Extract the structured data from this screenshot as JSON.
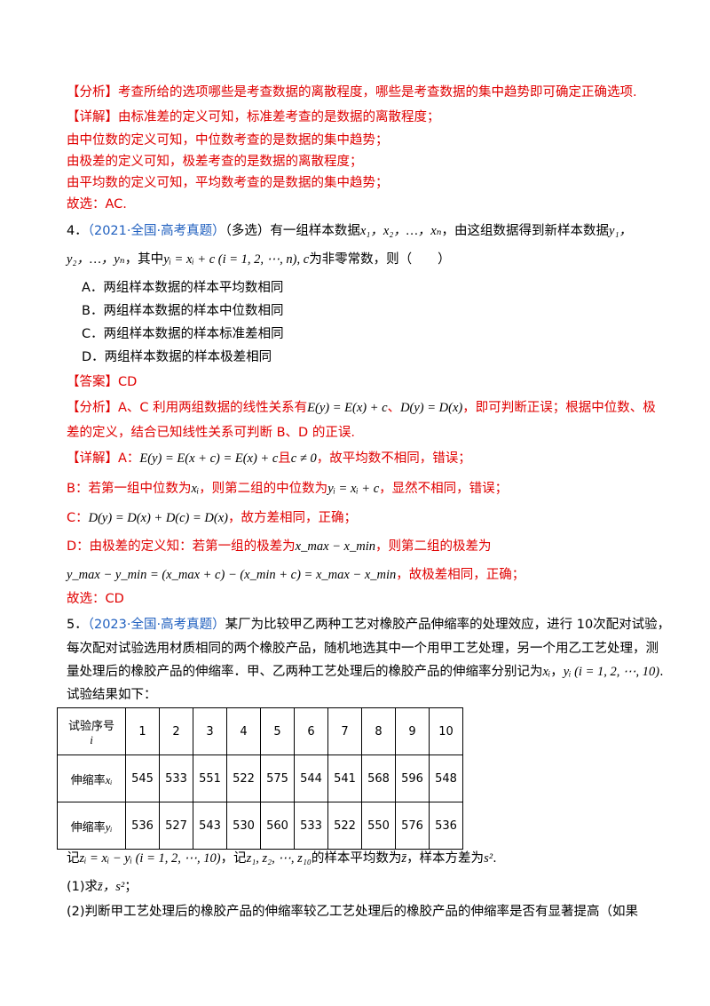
{
  "section_prev": {
    "analysis": "【分析】考查所给的选项哪些是考查数据的离散程度，哪些是考查数据的集中趋势即可确定正确选项.",
    "detail": "【详解】由标准差的定义可知，标准差考查的是数据的离散程度；",
    "line_median": "由中位数的定义可知，中位数考查的是数据的集中趋势；",
    "line_range": "由极差的定义可知，极差考查的是数据的离散程度；",
    "line_mean": "由平均数的定义可知，平均数考查的是数据的集中趋势；",
    "choice": "故选：AC."
  },
  "q4": {
    "num": "4．",
    "source": "（2021·全国·高考真题）",
    "stem_a": "（多选）有一组样本数据",
    "stem_b": "，由这组数据得到新样本数据",
    "stem_c": "，其中",
    "stem_d": "为非零常数，则（　　）",
    "math_x1": "x₁",
    "math_x2": "，x₂，…，xₙ",
    "math_y1": "y₁，",
    "math_y2": "y₂，…，yₙ",
    "math_def": "yᵢ = xᵢ + c (i = 1, 2, ⋯, n), c",
    "options": [
      "A．两组样本数据的样本平均数相同",
      "B．两组样本数据的样本中位数相同",
      "C．两组样本数据的样本标准差相同",
      "D．两组样本数据的样本极差相同"
    ],
    "answer": "【答案】CD",
    "analysis_a": "【分析】A、C 利用两组数据的线性关系有",
    "analysis_m1": "E(y) = E(x) + c",
    "analysis_b": "、",
    "analysis_m2": "D(y) = D(x)",
    "analysis_c": "，即可判断正误；根据中位数、极",
    "analysis_d": "差的定义，结合已知线性关系可判断 B、D 的正误.",
    "detail_a": "【详解】A：",
    "detail_m1": "E(y) = E(x + c) = E(x) + c",
    "detail_b": "且",
    "detail_m2": "c ≠ 0",
    "detail_c": "，故平均数不相同，错误；",
    "b_a": "B：若第一组中位数为",
    "b_m1": "xᵢ",
    "b_b": "，则第二组的中位数为",
    "b_m2": "yᵢ = xᵢ + c",
    "b_c": "，显然不相同，错误；",
    "c_a": "C：",
    "c_m": "D(y) = D(x) + D(c) = D(x)",
    "c_b": "，故方差相同，正确；",
    "d_a": "D：由极差的定义知：若第一组的极差为",
    "d_m1": "x_max − x_min",
    "d_b": "，则第二组的极差为",
    "d_m2": "y_max − y_min = (x_max + c) − (x_min + c) = x_max − x_min",
    "d_c": "，故极差相同，正确；",
    "choice": "故选：CD"
  },
  "q5": {
    "num": "5．",
    "source": "（2023·全国·高考真题）",
    "stem_1": "某厂为比较甲乙两种工艺对橡胶产品伸缩率的处理效应，进行 10次配对试验，",
    "stem_2": "每次配对试验选用材质相同的两个橡胶产品，随机地选其中一个用甲工艺处理，另一个用乙工艺处理，测",
    "stem_3a": "量处理后的橡胶产品的伸缩率．甲、乙两种工艺处理后的橡胶产品的伸缩率分别记为",
    "stem_3m1": "xᵢ",
    "stem_3b": "，",
    "stem_3m2": "yᵢ (i = 1, 2, ⋯, 10)",
    "stem_3c": ".",
    "stem_4": "试验结果如下：",
    "table": {
      "header_label": "试验序号",
      "header_sub": "i",
      "indices": [
        "1",
        "2",
        "3",
        "4",
        "5",
        "6",
        "7",
        "8",
        "9",
        "10"
      ],
      "row_x_label": "伸缩率",
      "row_x_var": "xᵢ",
      "row_x": [
        "545",
        "533",
        "551",
        "522",
        "575",
        "544",
        "541",
        "568",
        "596",
        "548"
      ],
      "row_y_label": "伸缩率",
      "row_y_var": "yᵢ",
      "row_y": [
        "536",
        "527",
        "543",
        "530",
        "560",
        "533",
        "522",
        "550",
        "576",
        "536"
      ]
    },
    "note_a": "记",
    "note_m1": "zᵢ = xᵢ − yᵢ (i = 1, 2, ⋯, 10)",
    "note_b": "，记",
    "note_m2": "z₁, z₂, ⋯, z₁₀",
    "note_c": "的样本平均数为",
    "note_m3": "z̄",
    "note_d": "，样本方差为",
    "note_m4": "s²",
    "note_e": ".",
    "part1_a": "(1)求",
    "part1_m": "z̄，s²",
    "part1_b": "；",
    "part2": "(2)判断甲工艺处理后的橡胶产品的伸缩率较乙工艺处理后的橡胶产品的伸缩率是否有显著提高（如果"
  }
}
